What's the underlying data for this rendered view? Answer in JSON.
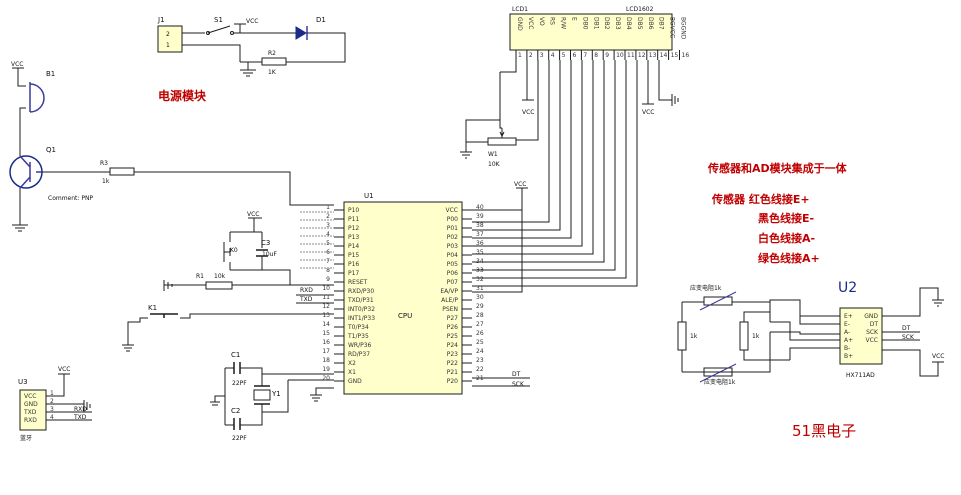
{
  "labels": {
    "power_module": "电源模块",
    "sensor_ad_title": "传感器和AD模块集成于一体",
    "sensor_red": "传感器 红色线接E+",
    "sensor_black": "黑色线接E-",
    "sensor_white": "白色线接A-",
    "sensor_green": "绿色线接A+",
    "watermark": "51黑电子"
  },
  "components": {
    "j1": "J1",
    "s1": "S1",
    "d1": "D1",
    "r2": "R2",
    "r2_val": "1K",
    "b1": "B1",
    "q1": "Q1",
    "q1_type": "Comment: PNP",
    "r3": "R3",
    "r3_val": "1k",
    "c3": "C3",
    "c3_val": "10uF",
    "k0": "K0",
    "r1": "R1",
    "r1_val": "10k",
    "k1": "K1",
    "c1": "C1",
    "c1_val": "22PF",
    "c2": "C2",
    "c2_val": "22PF",
    "y1": "Y1",
    "u1": "U1",
    "u1_name": "CPU",
    "u3": "U3",
    "u3_name": "蓝牙",
    "lcd1": "LCD1",
    "lcd_model": "LCD1602",
    "w1": "W1",
    "w1_val": "10K",
    "u2": "U2",
    "u2_model": "HX711AD",
    "var_res_top": "应变电阻1k",
    "var_res_bottom": "应变电阻1k",
    "res_left": "1k",
    "res_right": "1k"
  },
  "nets": {
    "vcc": "VCC",
    "rxd": "RXD",
    "txd": "TXD",
    "dt": "DT",
    "sck": "SCK"
  },
  "j1_pins": [
    "2",
    "1"
  ],
  "u1_left_pins": [
    {
      "num": "1",
      "name": "P10"
    },
    {
      "num": "2",
      "name": "P11"
    },
    {
      "num": "3",
      "name": "P12"
    },
    {
      "num": "4",
      "name": "P13"
    },
    {
      "num": "5",
      "name": "P14"
    },
    {
      "num": "6",
      "name": "P15"
    },
    {
      "num": "7",
      "name": "P16"
    },
    {
      "num": "8",
      "name": "P17"
    },
    {
      "num": "9",
      "name": "RESET"
    },
    {
      "num": "10",
      "name": "RXD/P30"
    },
    {
      "num": "11",
      "name": "TXD/P31"
    },
    {
      "num": "12",
      "name": "INT0/P32"
    },
    {
      "num": "13",
      "name": "INT1/P33"
    },
    {
      "num": "14",
      "name": "T0/P34"
    },
    {
      "num": "15",
      "name": "T1/P35"
    },
    {
      "num": "16",
      "name": "WR/P36"
    },
    {
      "num": "17",
      "name": "RD/P37"
    },
    {
      "num": "18",
      "name": "X2"
    },
    {
      "num": "19",
      "name": "X1"
    },
    {
      "num": "20",
      "name": "GND"
    }
  ],
  "u1_right_pins": [
    {
      "num": "40",
      "name": "VCC"
    },
    {
      "num": "39",
      "name": "P00"
    },
    {
      "num": "38",
      "name": "P01"
    },
    {
      "num": "37",
      "name": "P02"
    },
    {
      "num": "36",
      "name": "P03"
    },
    {
      "num": "35",
      "name": "P04"
    },
    {
      "num": "34",
      "name": "P05"
    },
    {
      "num": "33",
      "name": "P06"
    },
    {
      "num": "32",
      "name": "P07"
    },
    {
      "num": "31",
      "name": "EA/VP"
    },
    {
      "num": "30",
      "name": "ALE/P"
    },
    {
      "num": "29",
      "name": "PSEN"
    },
    {
      "num": "28",
      "name": "P27"
    },
    {
      "num": "27",
      "name": "P26"
    },
    {
      "num": "26",
      "name": "P25"
    },
    {
      "num": "25",
      "name": "P24"
    },
    {
      "num": "24",
      "name": "P23"
    },
    {
      "num": "23",
      "name": "P22"
    },
    {
      "num": "22",
      "name": "P21"
    },
    {
      "num": "21",
      "name": "P20"
    }
  ],
  "lcd_pins": [
    {
      "num": "1",
      "name": "GND"
    },
    {
      "num": "2",
      "name": "VCC"
    },
    {
      "num": "3",
      "name": "VO"
    },
    {
      "num": "4",
      "name": "RS"
    },
    {
      "num": "5",
      "name": "R/W"
    },
    {
      "num": "6",
      "name": "E"
    },
    {
      "num": "7",
      "name": "DB0"
    },
    {
      "num": "8",
      "name": "DB1"
    },
    {
      "num": "9",
      "name": "DB2"
    },
    {
      "num": "10",
      "name": "DB3"
    },
    {
      "num": "11",
      "name": "DB4"
    },
    {
      "num": "12",
      "name": "DB5"
    },
    {
      "num": "13",
      "name": "DB6"
    },
    {
      "num": "14",
      "name": "DB7"
    },
    {
      "num": "15",
      "name": "BGVCC"
    },
    {
      "num": "16",
      "name": "BGGND"
    }
  ],
  "u3_pins": [
    {
      "num": "1",
      "name": "VCC"
    },
    {
      "num": "2",
      "name": "GND"
    },
    {
      "num": "3",
      "name": "TXD"
    },
    {
      "num": "4",
      "name": "RXD"
    }
  ],
  "u2_left_pins": [
    "E+",
    "E-",
    "A-",
    "A+",
    "B-",
    "B+"
  ],
  "u2_right_pins": [
    "GND",
    "DT",
    "SCK",
    "VCC"
  ]
}
